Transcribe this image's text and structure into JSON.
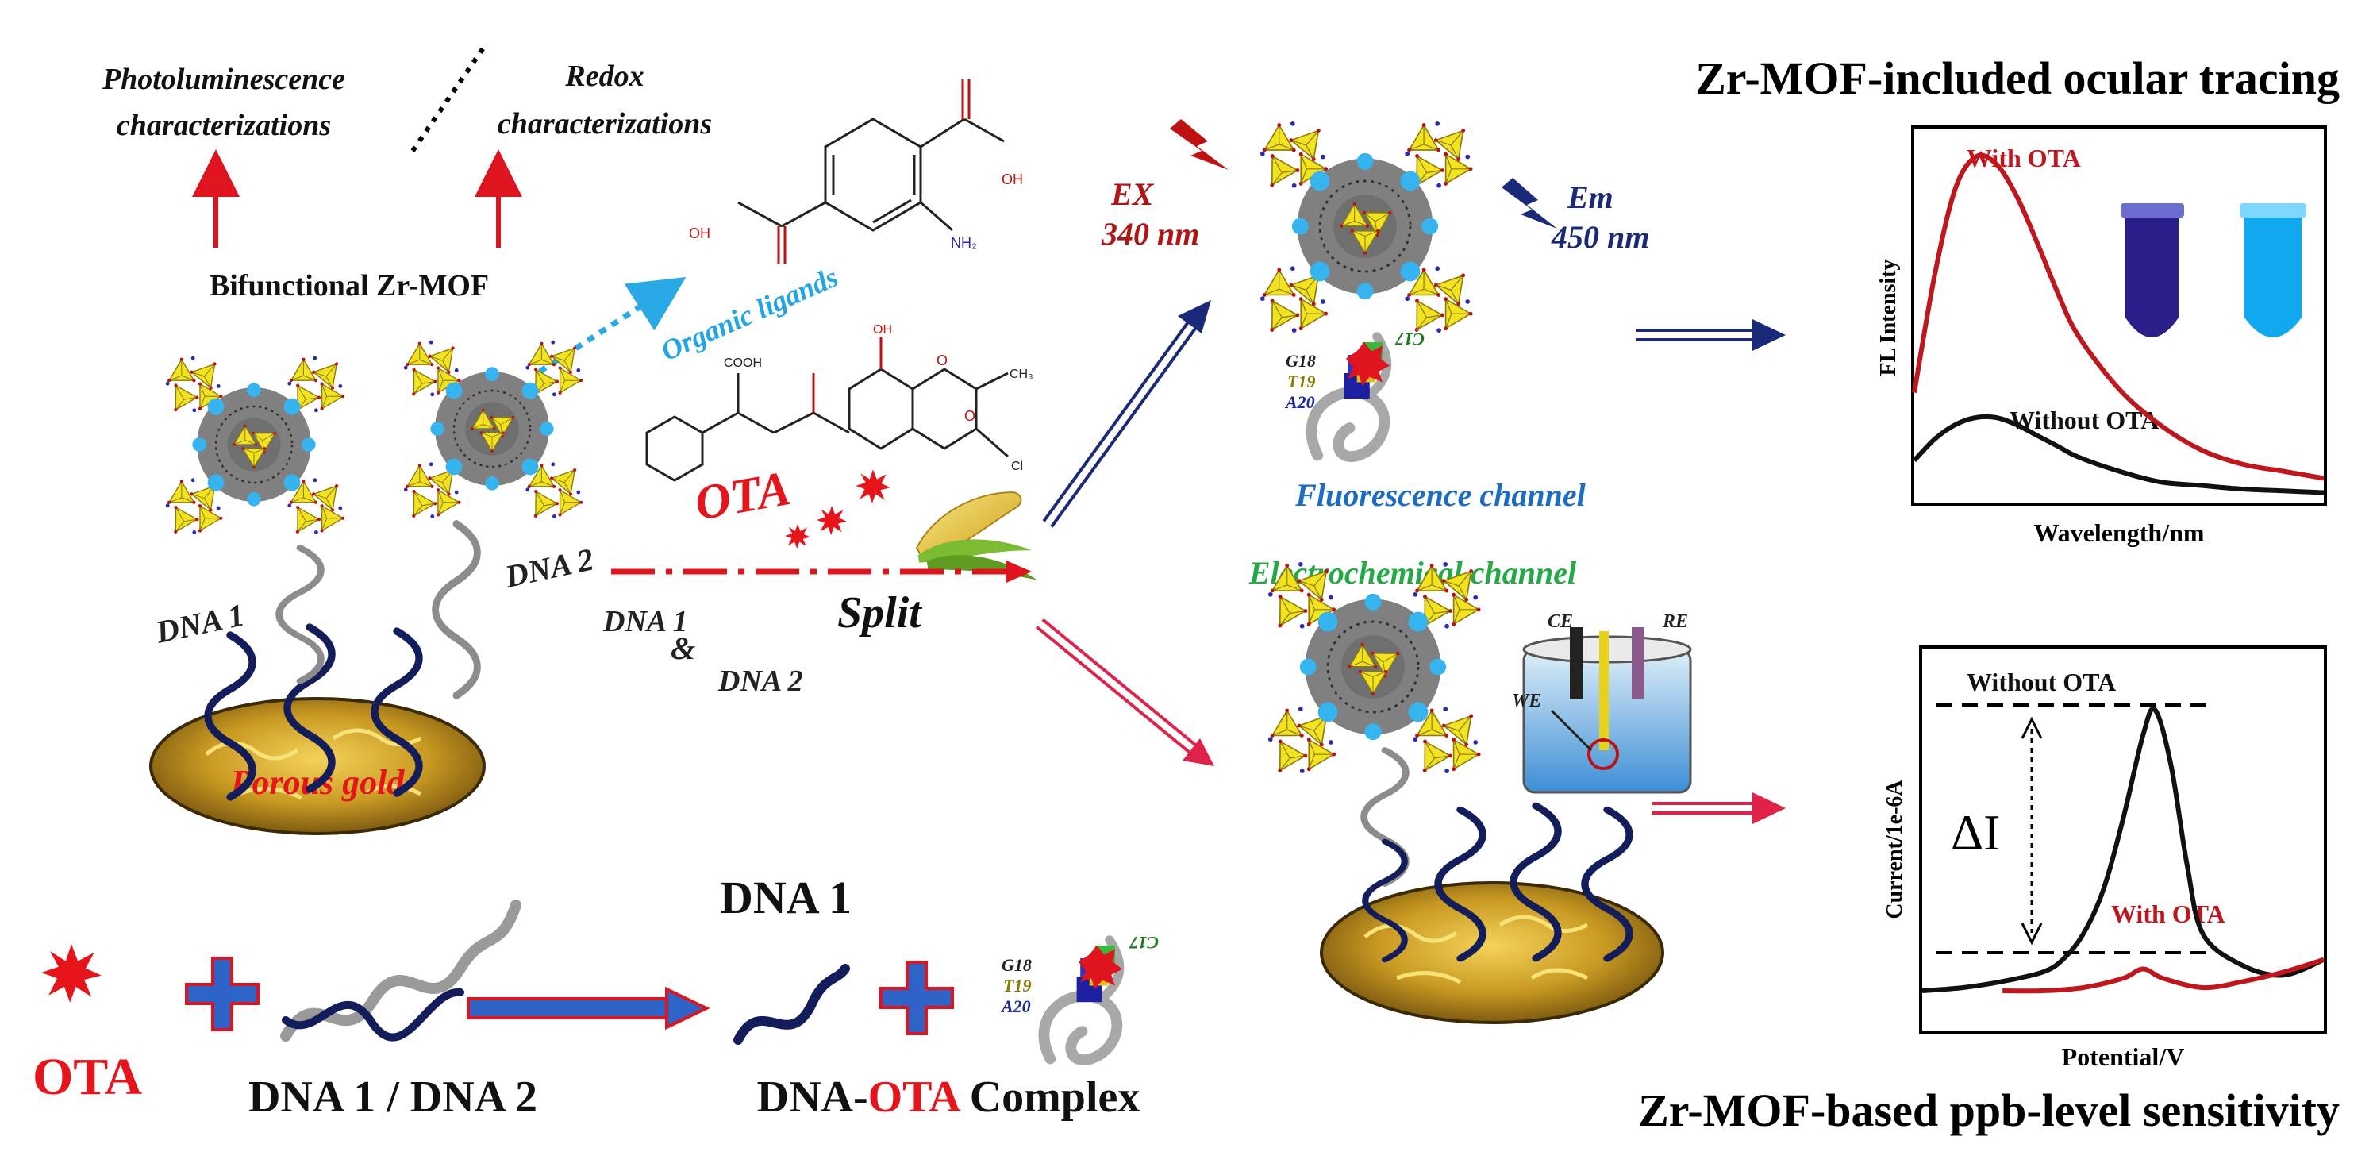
{
  "titles": {
    "ocular": "Zr-MOF-included ocular tracing",
    "sensitivity": "Zr-MOF-based ppb-level sensitivity"
  },
  "characterization": {
    "photo_line1": "Photoluminescence",
    "photo_line2": "characterizations",
    "redox_line1": "Redox",
    "redox_line2": "characterizations",
    "bifunctional": "Bifunctional Zr-MOF",
    "organic_ligands": "Organic ligands"
  },
  "molecule_labels": {
    "oh1": "OH",
    "oh2": "OH",
    "nh2": "NH₂",
    "cooh": "COOH",
    "oh3": "OH",
    "ch3": "CH₃",
    "cl": "Cl",
    "o1": "O",
    "o2": "O"
  },
  "left_panel": {
    "dna1": "DNA 1",
    "dna2": "DNA 2",
    "porous_gold": "Porous gold",
    "ota": "OTA",
    "split_dna1": "DNA 1",
    "split_amp": "&",
    "split_dna2": "DNA 2",
    "split": "Split"
  },
  "fluorescence": {
    "ex_line1": "EX",
    "ex_line2": "340 nm",
    "em_line1": "Em",
    "em_line2": "450 nm",
    "channel": "Fluorescence channel",
    "residues": [
      "C17",
      "G18",
      "T19",
      "A20"
    ]
  },
  "electrochemical": {
    "channel": "Electrochemical channel",
    "ce": "CE",
    "re": "RE",
    "we": "WE"
  },
  "fl_chart": {
    "ylabel": "FL Intensity",
    "xlabel": "Wavelength/nm",
    "with_label": "With OTA",
    "without_label": "Without OTA"
  },
  "cv_chart": {
    "ylabel": "Current/1e-6A",
    "xlabel": "Potential/V",
    "with_label": "With OTA",
    "without_label": "Without OTA",
    "delta": "ΔI"
  },
  "bottom": {
    "ota": "OTA",
    "dna_pair": "DNA 1 / DNA 2",
    "dna1": "DNA 1",
    "complex_dna": "DNA-",
    "complex_ota": "OTA",
    "complex_rest": " Complex",
    "residues": [
      "C17",
      "G18",
      "T19",
      "A20"
    ]
  },
  "chart_data": [
    {
      "type": "line",
      "title": "",
      "xlabel": "Wavelength/nm",
      "ylabel": "FL Intensity",
      "xticks": [],
      "yticks": [],
      "series": [
        {
          "name": "With OTA",
          "color": "#c0161e",
          "x": [
            0,
            0.05,
            0.1,
            0.15,
            0.2,
            0.25,
            0.3,
            0.35,
            0.4,
            0.5,
            0.6,
            0.7,
            0.8,
            0.9,
            1.0
          ],
          "y": [
            0.29,
            0.62,
            0.86,
            0.95,
            0.93,
            0.84,
            0.71,
            0.57,
            0.45,
            0.3,
            0.2,
            0.13,
            0.09,
            0.07,
            0.05
          ]
        },
        {
          "name": "Without OTA",
          "color": "#111111",
          "x": [
            0,
            0.05,
            0.1,
            0.15,
            0.2,
            0.25,
            0.3,
            0.35,
            0.4,
            0.5,
            0.6,
            0.7,
            0.8,
            0.9,
            1.0
          ],
          "y": [
            0.1,
            0.16,
            0.2,
            0.22,
            0.22,
            0.2,
            0.17,
            0.14,
            0.11,
            0.07,
            0.04,
            0.03,
            0.02,
            0.015,
            0.01
          ]
        }
      ]
    },
    {
      "type": "line",
      "title": "",
      "xlabel": "Potential/V",
      "ylabel": "Current/1e-6A",
      "xticks": [],
      "yticks": [],
      "series": [
        {
          "name": "Without OTA",
          "color": "#111111",
          "x": [
            0,
            0.1,
            0.2,
            0.3,
            0.35,
            0.4,
            0.45,
            0.5,
            0.55,
            0.58,
            0.62,
            0.66,
            0.7,
            0.8,
            0.9,
            1.0
          ],
          "y": [
            0.0,
            0.01,
            0.03,
            0.06,
            0.1,
            0.18,
            0.32,
            0.55,
            0.82,
            0.9,
            0.72,
            0.4,
            0.18,
            0.08,
            0.05,
            0.1
          ]
        },
        {
          "name": "With OTA",
          "color": "#c0161e",
          "x": [
            0.2,
            0.3,
            0.4,
            0.5,
            0.55,
            0.6,
            0.7,
            0.8,
            0.9,
            1.0
          ],
          "y": [
            0.0,
            0.0,
            0.01,
            0.04,
            0.07,
            0.04,
            0.01,
            0.03,
            0.06,
            0.1
          ]
        }
      ],
      "annotations": [
        "ΔI"
      ]
    }
  ]
}
